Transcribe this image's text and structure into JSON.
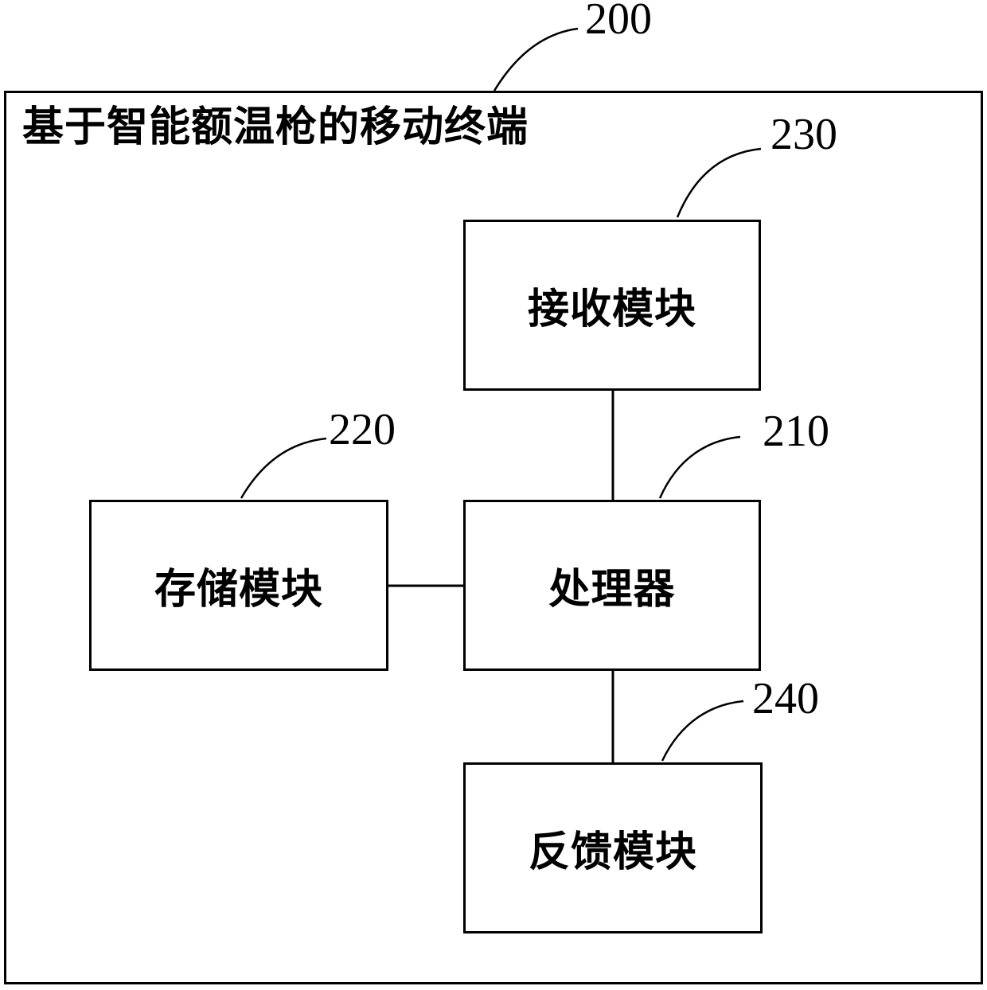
{
  "diagram": {
    "figure_ref": "200",
    "title": "基于智能额温枪的移动终端",
    "blocks": [
      {
        "id": "receiving-module",
        "label": "接收模块",
        "ref": "230"
      },
      {
        "id": "processor",
        "label": "处理器",
        "ref": "210"
      },
      {
        "id": "storage-module",
        "label": "存储模块",
        "ref": "220"
      },
      {
        "id": "feedback-module",
        "label": "反馈模块",
        "ref": "240"
      }
    ],
    "connections": [
      {
        "from": "receiving-module",
        "to": "processor",
        "type": "vertical-line"
      },
      {
        "from": "storage-module",
        "to": "processor",
        "type": "horizontal-line"
      },
      {
        "from": "processor",
        "to": "feedback-module",
        "type": "vertical-line"
      }
    ],
    "line_color": "#000000",
    "background_color": "#ffffff"
  }
}
